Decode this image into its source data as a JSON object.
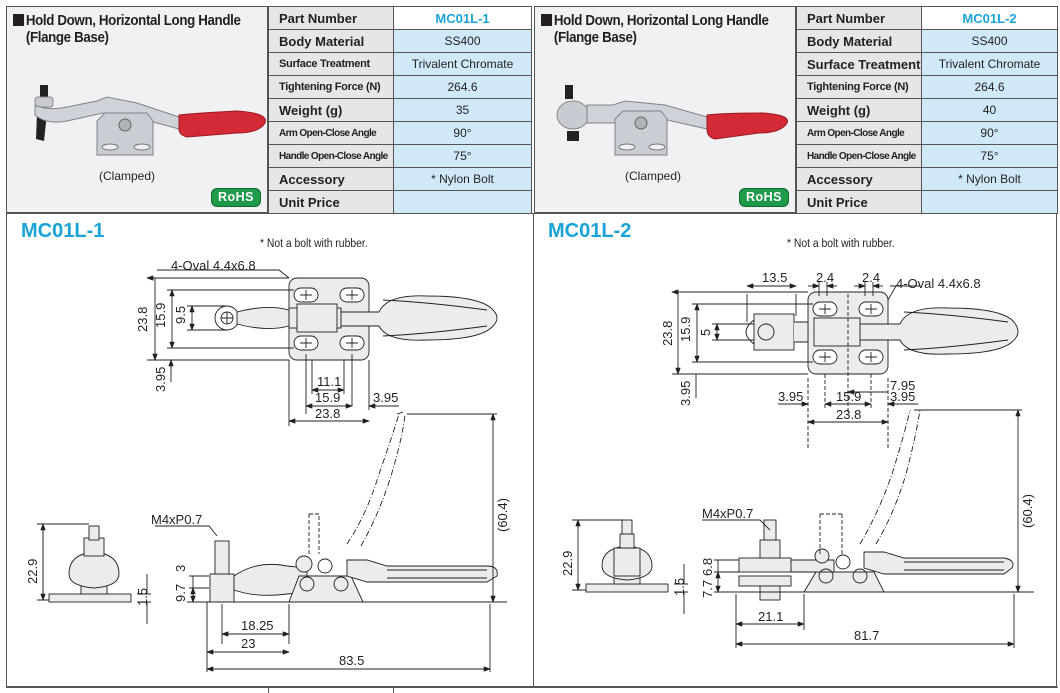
{
  "products": [
    {
      "title_line1": "Hold Down, Horizontal Long Handle",
      "title_line2": "(Flange Base)",
      "photo_caption": "(Clamped)",
      "badge": "RoHS",
      "spec_rows": [
        {
          "label": "Part Number",
          "value": "MC01L-1"
        },
        {
          "label": "Body Material",
          "value": "SS400"
        },
        {
          "label": "Surface Treatment",
          "value": "Trivalent Chromate"
        },
        {
          "label": "Tightening Force (N)",
          "value": "264.6"
        },
        {
          "label": "Weight (g)",
          "value": "35"
        },
        {
          "label": "Arm Open-Close Angle",
          "value": "90°"
        },
        {
          "label": "Handle Open-Close Angle",
          "value": "75°"
        },
        {
          "label": "Accessory",
          "value": "* Nylon Bolt"
        },
        {
          "label": "Unit Price",
          "value": ""
        }
      ]
    },
    {
      "title_line1": "Hold Down, Horizontal Long Handle",
      "title_line2": "(Flange Base)",
      "photo_caption": "(Clamped)",
      "badge": "RoHS",
      "spec_rows": [
        {
          "label": "Part Number",
          "value": "MC01L-2"
        },
        {
          "label": "Body Material",
          "value": "SS400"
        },
        {
          "label": "Surface Treatment",
          "value": "Trivalent Chromate"
        },
        {
          "label": "Tightening Force (N)",
          "value": "264.6"
        },
        {
          "label": "Weight (g)",
          "value": "40"
        },
        {
          "label": "Arm Open-Close Angle",
          "value": "90°"
        },
        {
          "label": "Handle Open-Close Angle",
          "value": "75°"
        },
        {
          "label": "Accessory",
          "value": "* Nylon Bolt"
        },
        {
          "label": "Unit Price",
          "value": ""
        }
      ]
    }
  ],
  "drawings": [
    {
      "model": "MC01L-1",
      "note": "* Not a bolt with rubber.",
      "top_view": {
        "hole_callout": "4-Oval 4.4x6.8",
        "dims": {
          "overall_height": "23.8",
          "hole_pitch_v": "15.9",
          "spindle_offset": "9.5",
          "edge_offset": "3.95",
          "hole_inner": "11.1",
          "hole_pitch_h": "15.9",
          "edge_right": "3.95",
          "base_width": "23.8"
        }
      },
      "side_view": {
        "thread_callout": "M4xP0.7",
        "dims": {
          "end_height": "22.9",
          "base_thickness": "1.5",
          "spindle_dim": "3",
          "spindle_height": "9.7",
          "spindle_to_base": "18.25",
          "spindle_to_base_total": "23",
          "overall_length": "83.5",
          "open_height": "(60.4)"
        }
      }
    },
    {
      "model": "MC01L-2",
      "note": "* Not a bolt with rubber.",
      "top_view": {
        "hole_callout": "4-Oval 4.4x6.8",
        "dims": {
          "arm_length": "13.5",
          "slot_w1": "2.4",
          "slot_w2": "2.4",
          "overall_height": "23.8",
          "hole_pitch_v": "15.9",
          "spindle_offset": "5",
          "edge_offset": "3.95",
          "center_offset": "7.95",
          "edge_left": "3.95",
          "hole_pitch_h": "15.9",
          "edge_right": "3.95",
          "base_width": "23.8"
        }
      },
      "side_view": {
        "thread_callout": "M4xP0.7",
        "dims": {
          "end_height": "22.9",
          "base_thickness": "1.5",
          "spindle_dim": "6.8",
          "spindle_height": "7.7",
          "spindle_to_base": "21.1",
          "overall_length": "81.7",
          "open_height": "(60.4)"
        }
      }
    }
  ],
  "colors": {
    "accent_blue": "#1aa3d9",
    "value_cell": "#cfe9f8",
    "label_cell": "#e6e6e6",
    "rohs_green": "#1f9a4b",
    "handle_red": "#d42a36"
  }
}
